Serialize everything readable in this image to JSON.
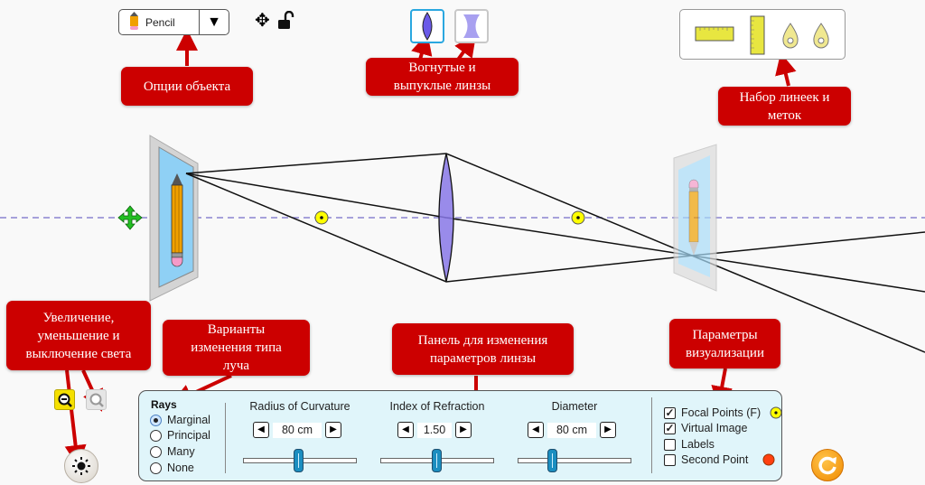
{
  "toolbar": {
    "object_selector": {
      "label": "Pencil",
      "icon": "pencil-icon",
      "dropdown_icon": "triangle-down-icon"
    },
    "move_icon": "move-arrows-icon",
    "lock_icon": "unlocked-padlock-icon",
    "lens_types": [
      {
        "name": "convex",
        "icon": "convex-lens-icon",
        "selected": true
      },
      {
        "name": "concave",
        "icon": "concave-lens-icon",
        "selected": false
      }
    ],
    "tools": [
      {
        "name": "horizontal-ruler",
        "icon": "horizontal-ruler-icon"
      },
      {
        "name": "vertical-ruler",
        "icon": "vertical-ruler-icon"
      },
      {
        "name": "marker-1",
        "icon": "marker-pin-icon"
      },
      {
        "name": "marker-2",
        "icon": "marker-pin-icon"
      }
    ]
  },
  "callouts": {
    "object_options": "Опции объекта",
    "lens_types": "Вогнутые и\nвыпуклые линзы",
    "rulers": "Набор линеек и\nметок",
    "zoom_light": "Увеличение,\nуменьшение и\nвыключение света",
    "ray_types": "Варианты\nизменения типа\nлуча",
    "lens_params": "Панель для изменения\nпараметров линзы",
    "visualization": "Параметры\nвизуализации"
  },
  "scene": {
    "optical_axis": "dashed",
    "object": "pencil",
    "image": "inverted pencil",
    "focal_points": 2,
    "colors": {
      "axis": "#8a84d0",
      "lens": "#8878e8",
      "focal": "#ffff00",
      "screen": "#8fd0f5"
    }
  },
  "rays": {
    "title": "Rays",
    "options": [
      {
        "label": "Marginal",
        "selected": true
      },
      {
        "label": "Principal",
        "selected": false
      },
      {
        "label": "Many",
        "selected": false
      },
      {
        "label": "None",
        "selected": false
      }
    ]
  },
  "controls": [
    {
      "label": "Radius of Curvature",
      "value": "80 cm",
      "slider_fraction": 0.5
    },
    {
      "label": "Index of Refraction",
      "value": "1.50",
      "slider_fraction": 0.5
    },
    {
      "label": "Diameter",
      "value": "80 cm",
      "slider_fraction": 0.33
    }
  ],
  "options": [
    {
      "label": "Focal Points (F)",
      "checked": true,
      "swatch": "#ffff00"
    },
    {
      "label": "Virtual Image",
      "checked": true
    },
    {
      "label": "Labels",
      "checked": false
    },
    {
      "label": "Second Point",
      "checked": false,
      "swatch": "#ff4010"
    }
  ],
  "buttons": {
    "zoom_out_icon": "zoom-out-icon",
    "zoom_in_icon": "zoom-in-icon",
    "light_icon": "light-bulb-icon",
    "reset_icon": "reset-icon"
  }
}
